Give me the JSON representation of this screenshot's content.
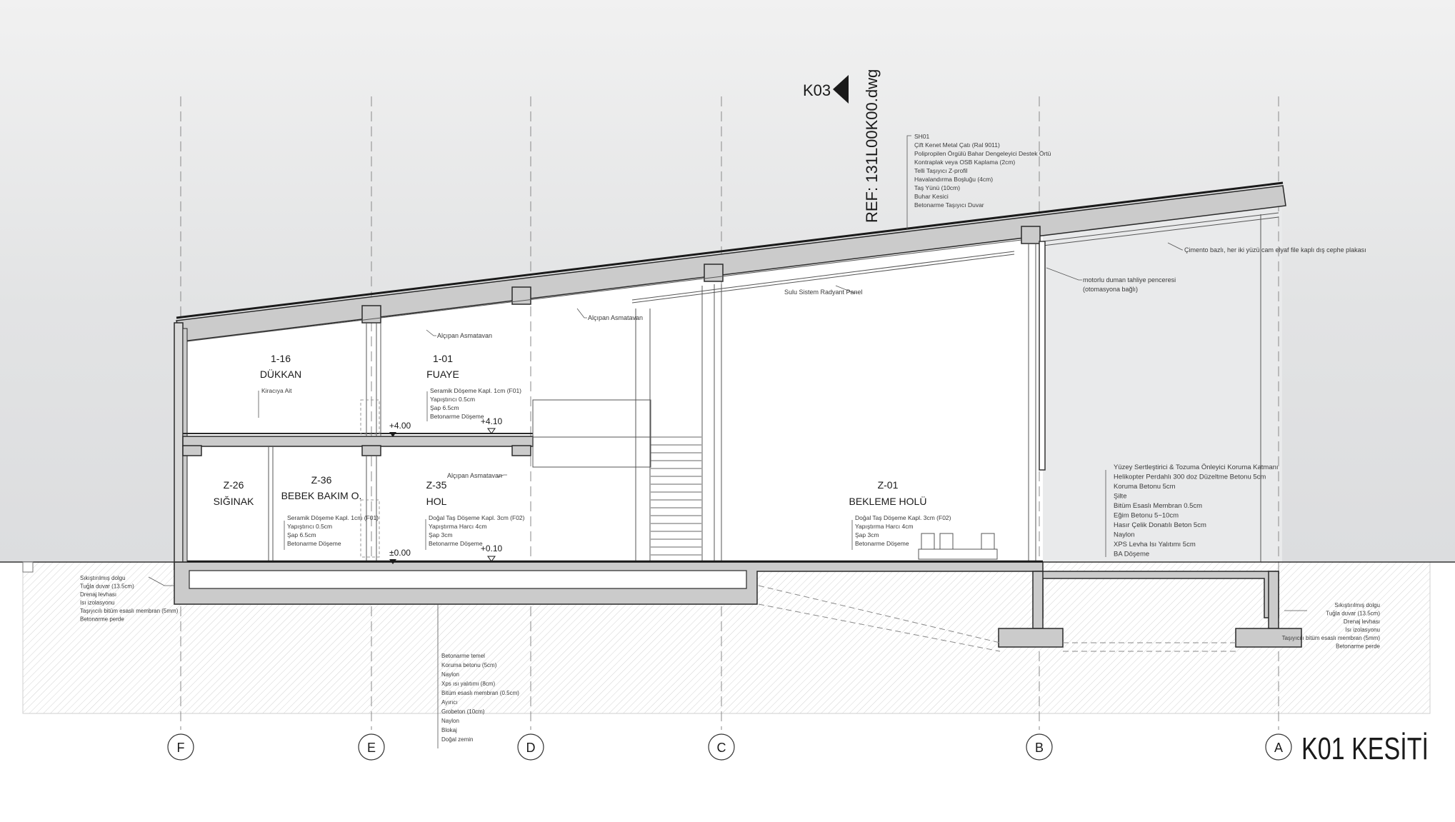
{
  "title": "K01 KESİTİ",
  "reference": {
    "section_mark": "K03",
    "file_ref": "REF: 131L00K00.dwg"
  },
  "grid_axes": [
    "F",
    "E",
    "D",
    "C",
    "B",
    "A"
  ],
  "rooms": [
    {
      "code": "1-16",
      "name": "DÜKKAN"
    },
    {
      "code": "1-01",
      "name": "FUAYE"
    },
    {
      "code": "Z-26",
      "name": "SIĞINAK"
    },
    {
      "code": "Z-36",
      "name": "BEBEK BAKIM O."
    },
    {
      "code": "Z-35",
      "name": "HOL"
    },
    {
      "code": "Z-01",
      "name": "BEKLEME HOLÜ"
    }
  ],
  "levels": [
    "+4.00",
    "+4.10",
    "±0.00",
    "+0.10"
  ],
  "annotations": {
    "roof_layers": [
      "SH01",
      "Çift Kenet Metal Çatı (Ral 9011)",
      "Polipropilen Örgülü Bahar Dengeleyici Destek Örtü",
      "Kontraplak veya OSB Kaplama (2cm)",
      "Telli Taşıyıcı Z-profil",
      "Havalandırma Boşluğu (4cm)",
      "Taş Yünü (10cm)",
      "Buhar Kesici",
      "Betonarme Taşıyıcı Duvar"
    ],
    "facade_panel": "Çimento bazlı, her iki yüzü cam elyaf file kaplı dış cephe plakası",
    "smoke_window": [
      "motorlu duman tahliye penceresi",
      "(otomasyona bağlı)"
    ],
    "radiant_panel": "Sulu Sistem Radyant Panel",
    "ceiling_1": "Alçıpan Asmatavan",
    "ceiling_2": "Alçıpan Asmatavan",
    "ceiling_3": "Alçıpan Asmatavan",
    "tenant": "Kiracıya Ait",
    "floor_f01_upper": [
      "Seramik Döşeme Kapl. 1cm (F01)",
      "Yapıştırıcı 0.5cm",
      "Şap 6.5cm",
      "Betonarme Döşeme"
    ],
    "floor_f01_lower": [
      "Seramik Döşeme Kapl. 1cm (F01)",
      "Yapıştırıcı 0.5cm",
      "Şap 6.5cm",
      "Betonarme Döşeme"
    ],
    "floor_f02_hol": [
      "Doğal Taş Döşeme Kapl. 3cm (F02)",
      "Yapıştırma Harcı 4cm",
      "Şap 3cm",
      "Betonarme Döşeme"
    ],
    "floor_f02_bekleme": [
      "Doğal Taş Döşeme Kapl. 3cm (F02)",
      "Yapıştırma Harcı 4cm",
      "Şap 3cm",
      "Betonarme Döşeme"
    ],
    "exterior_ground": [
      "Yüzey Sertleştirici & Tozuma Önleyici Koruma Katmanı",
      "Helikopter Perdahlı 300 doz Düzeltme Betonu 5cm",
      "Koruma Betonu 5cm",
      "Şilte",
      "Bitüm Esaslı Membran 0.5cm",
      "Eğim Betonu 5~10cm",
      "Hasır Çelik Donatılı Beton 5cm",
      "Naylon",
      "XPS Levha Isı Yalıtımı 5cm",
      "BA Döşeme"
    ],
    "left_wall": [
      "Sıkıştırılmış dolgu",
      "Tuğla duvar (13.5cm)",
      "Drenaj levhası",
      "Isı izolasyonu",
      "Taşıyıcılı bitüm esaslı membran (5mm)",
      "Betonarme perde"
    ],
    "right_wall": [
      "Sıkıştırılmış dolgu",
      "Tuğla duvar (13.5cm)",
      "Drenaj levhası",
      "Isı izolasyonu",
      "Taşıyıcılı bitüm esaslı membran (5mm)",
      "Betonarme perde"
    ],
    "foundation": [
      "Betonarme temel",
      "Koruma betonu (5cm)",
      "Naylon",
      "Xps ısı yalıtımı (8cm)",
      "Bitüm esaslı membran (0.5cm)",
      "Ayırıcı",
      "Grobeton (10cm)",
      "Naylon",
      "Blokaj",
      "Doğal zemin"
    ]
  },
  "colors": {
    "sky": "#e4e5e6",
    "ground_band": "#ececec",
    "concrete": "#cbcbcb",
    "line": "#2a2a2a",
    "glass": "#ededed"
  }
}
